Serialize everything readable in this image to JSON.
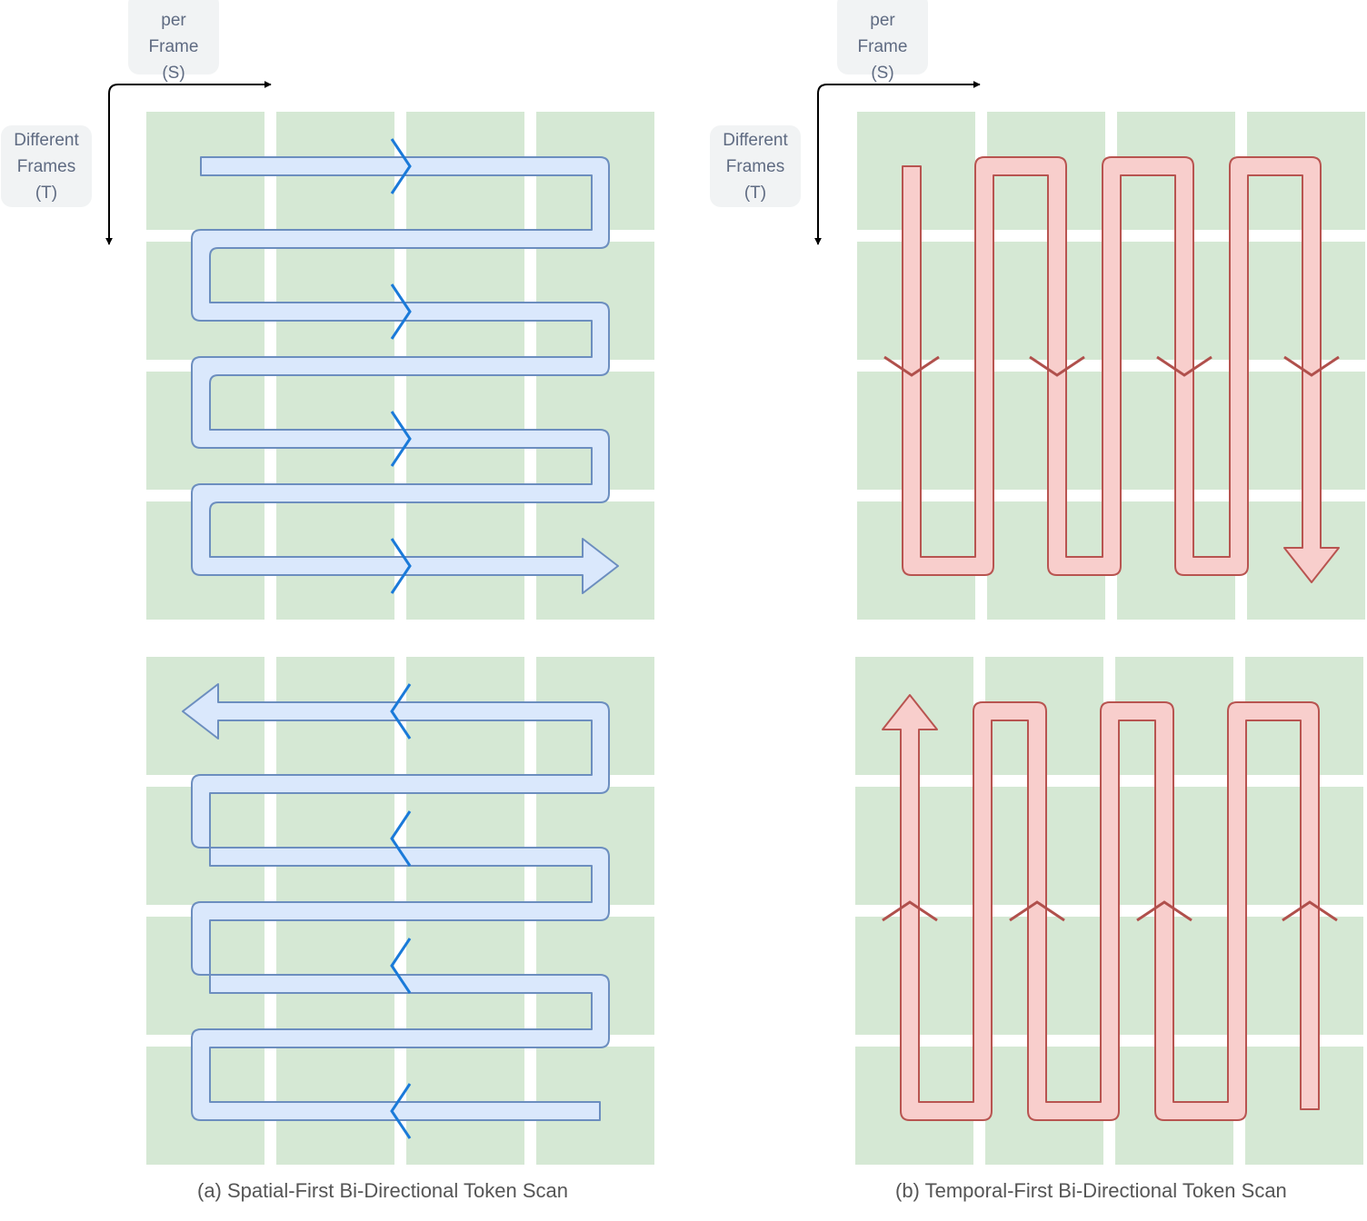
{
  "colors": {
    "cell_fill": "#d5e8d4",
    "spatial_path_fill": "#dae8fc",
    "spatial_path_stroke": "#6c8ebf",
    "spatial_direction_mark": "#1a7ad9",
    "temporal_path_fill": "#f8cecc",
    "temporal_path_stroke": "#b85450",
    "temporal_direction_mark": "#b0504c",
    "axis_color": "#000000",
    "tag_background": "#f1f3f4",
    "tag_text": "#5f6b82",
    "caption_text": "#555555"
  },
  "grid": {
    "rows": 4,
    "columns": 4
  },
  "panel_a": {
    "caption": "(a) Spatial-First Bi-Directional Token Scan",
    "axis_s_label": [
      "Patches per",
      "Frame",
      "(S)"
    ],
    "axis_t_label": [
      "Different",
      "Frames",
      "(T)"
    ],
    "forward_scan_order": "row-major, left to right",
    "backward_scan_order": "row-major, right to left"
  },
  "panel_b": {
    "caption": "(b) Temporal-First Bi-Directional Token Scan",
    "axis_s_label": [
      "Patches per",
      "Frame",
      "(S)"
    ],
    "axis_t_label": [
      "Different",
      "Frames",
      "(T)"
    ],
    "forward_scan_order": "column-major, top to bottom",
    "backward_scan_order": "column-major, bottom to top"
  }
}
